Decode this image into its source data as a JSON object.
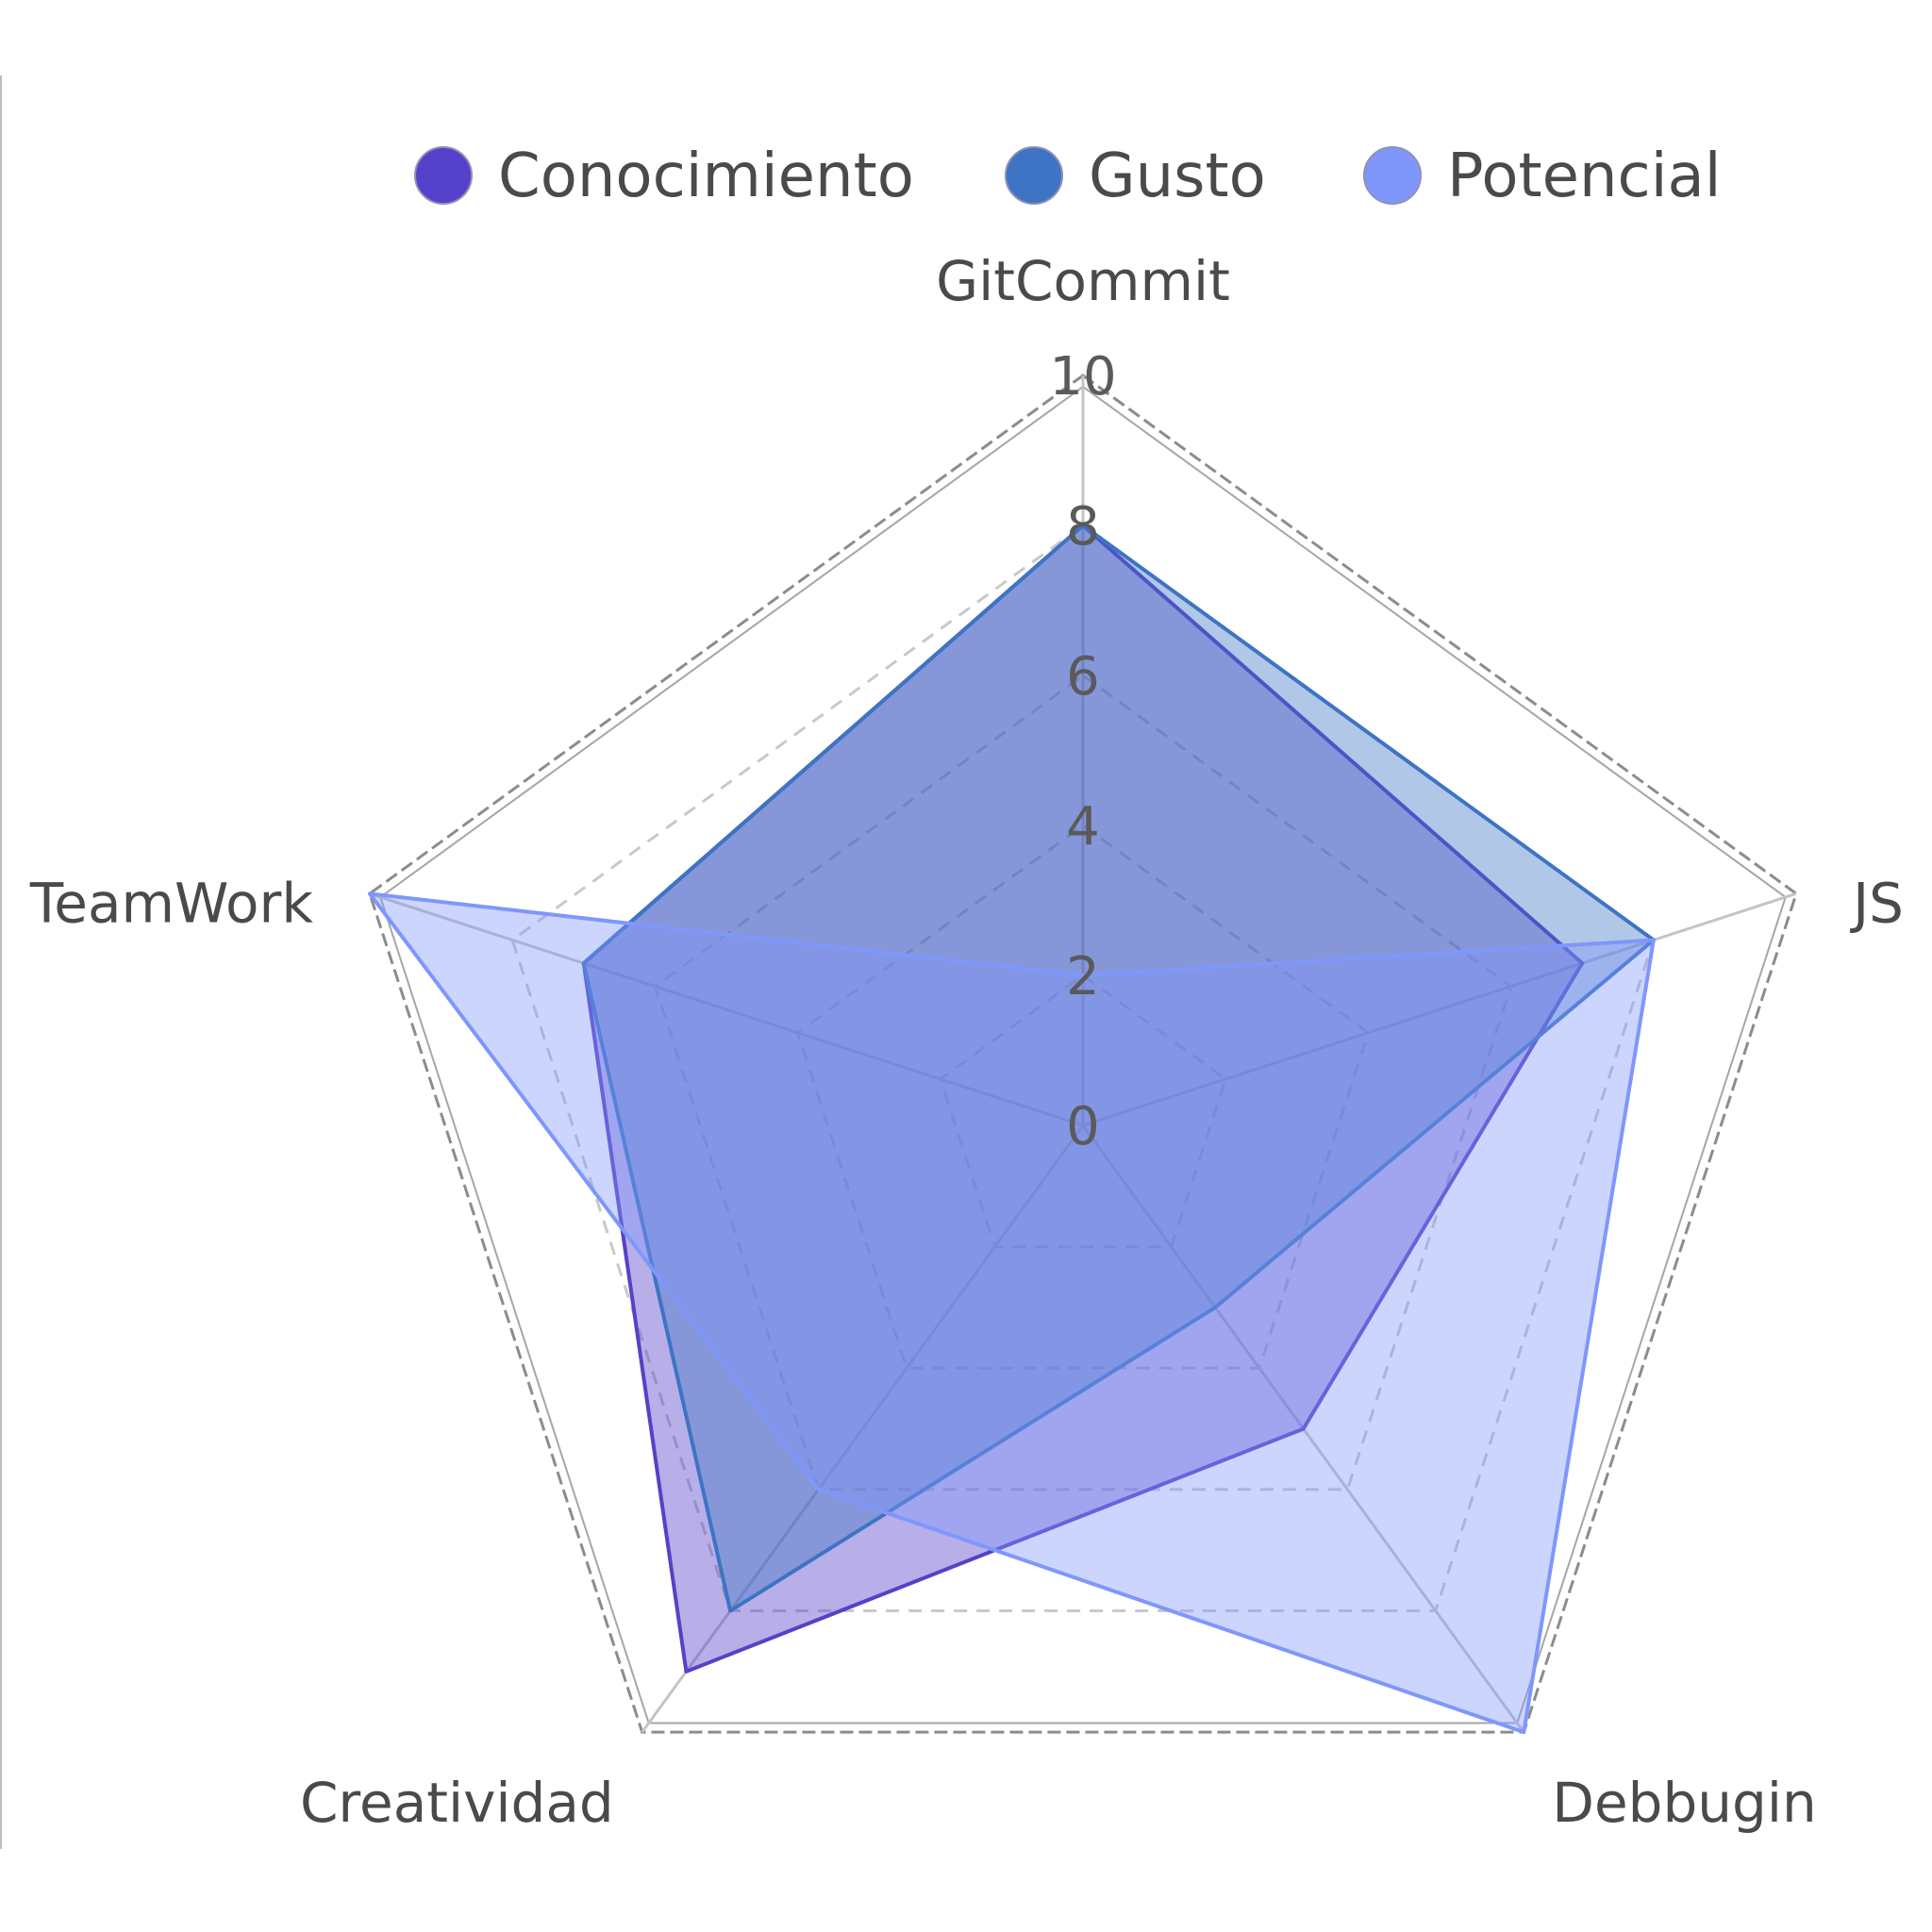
{
  "chart_data": {
    "type": "radar",
    "categories": [
      "GitCommit",
      "JS",
      "Debbugin",
      "Creatividad",
      "TeamWork"
    ],
    "series": [
      {
        "name": "Conocimiento",
        "values": [
          8,
          7,
          5,
          9,
          7
        ],
        "color": "#5541c9"
      },
      {
        "name": "Gusto",
        "values": [
          8,
          8,
          3,
          8,
          7
        ],
        "color": "#3d74c4"
      },
      {
        "name": "Potencial",
        "values": [
          2,
          8,
          10,
          6,
          10
        ],
        "color": "#7f97fb"
      }
    ],
    "rlim": [
      0,
      10
    ],
    "ticks": [
      "0",
      "2",
      "4",
      "6",
      "8",
      "10"
    ],
    "legend_position": "top",
    "grid": true
  }
}
